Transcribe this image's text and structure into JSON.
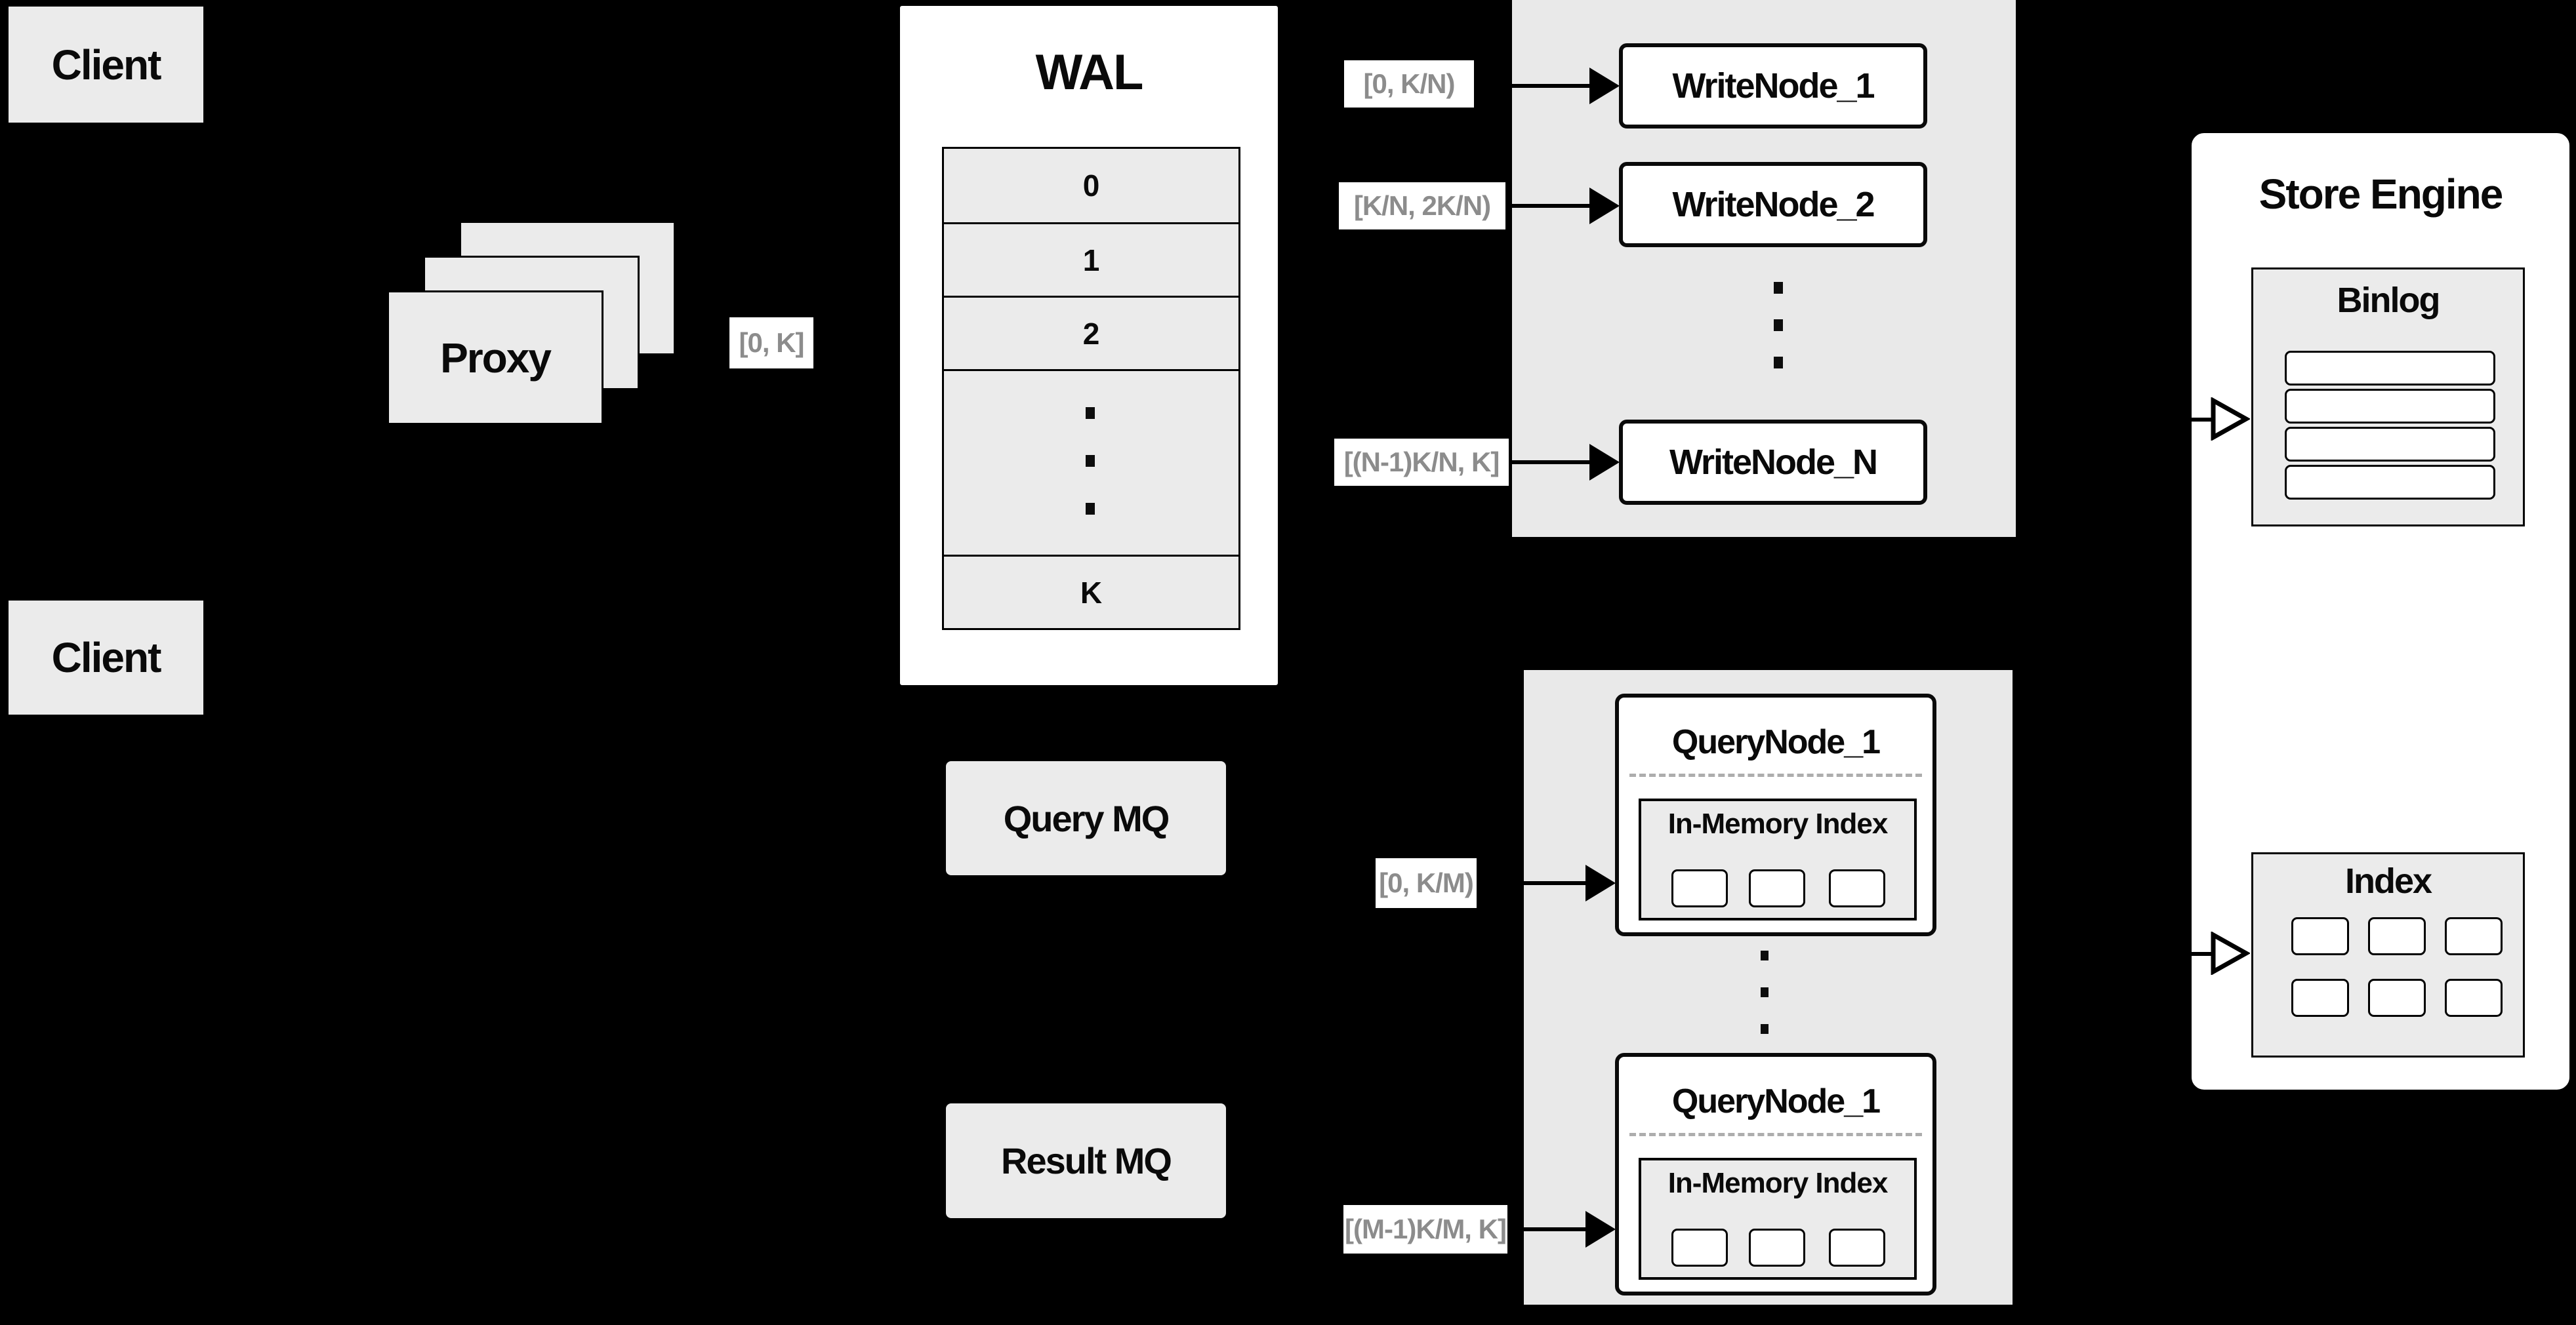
{
  "colors": {
    "background": "#000000",
    "box_gray": "#ebebeb",
    "cluster_gray": "#e9e9e9",
    "node_white": "#ffffff",
    "line_black": "#000000",
    "chip_text_gray": "#8c8c8c",
    "dash_gray": "#adadad"
  },
  "clients": {
    "top": "Client",
    "bottom": "Client"
  },
  "proxy": {
    "label": "Proxy"
  },
  "labels": {
    "proxy_range": "[0, K]",
    "write1": "[0, K/N)",
    "write2": "[K/N, 2K/N)",
    "writeN": "[(N-1)K/N, K]",
    "query1": "[0, K/M)",
    "queryM": "[(M-1)K/M, K]"
  },
  "wal": {
    "title": "WAL",
    "rows": [
      "0",
      "1",
      "2"
    ],
    "last_row": "K"
  },
  "write_cluster": {
    "nodes": [
      "WriteNode_1",
      "WriteNode_2",
      "WriteNode_N"
    ]
  },
  "mq": {
    "query": "Query MQ",
    "result": "Result MQ"
  },
  "query_cluster": {
    "nodes": [
      {
        "title": "QueryNode_1",
        "inner_title": "In-Memory Index"
      },
      {
        "title": "QueryNode_1",
        "inner_title": "In-Memory Index"
      }
    ]
  },
  "store_engine": {
    "title": "Store Engine",
    "binlog_title": "Binlog",
    "index_title": "Index"
  }
}
